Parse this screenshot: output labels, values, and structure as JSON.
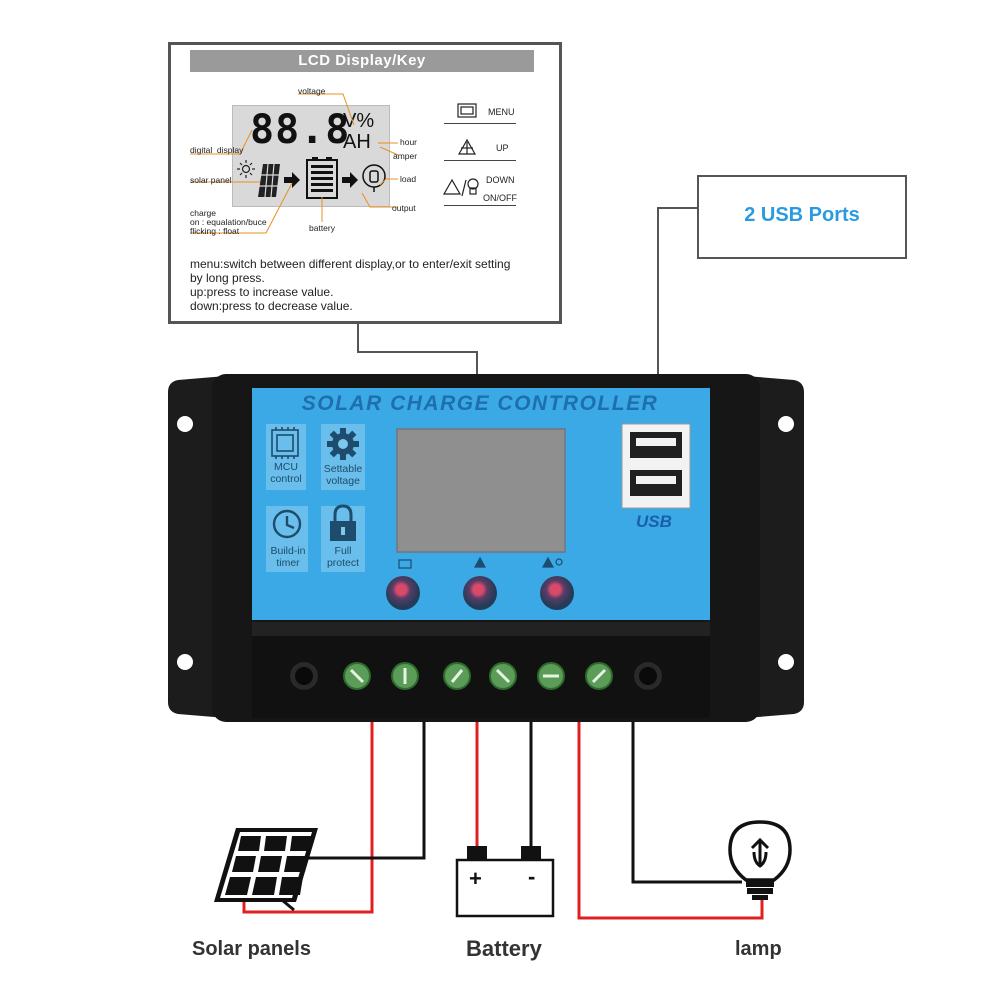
{
  "lcd_panel": {
    "header": "LCD Display/Key",
    "display_digits": "88.8",
    "unit_top": "V%",
    "unit_bottom": "AH",
    "labels": {
      "voltage": "voltage",
      "hour": "hour",
      "amper": "amper",
      "digital_display": "digital  display",
      "solar_panel": "solar panel",
      "load": "load",
      "output": "output",
      "battery": "battery",
      "charge_1": "charge",
      "charge_2": "on : equalation/buce",
      "charge_3": "flicking : float"
    },
    "keys": {
      "menu": "MENU",
      "up": "UP",
      "down": "DOWN",
      "on_off": "ON/OFF"
    },
    "description": [
      "menu:switch between different display,or to enter/exit setting",
      "by long press.",
      "up:press to increase value.",
      "down:press to decrease value."
    ]
  },
  "usb_callout": "2 USB Ports",
  "device": {
    "title": "SOLAR CHARGE CONTROLLER",
    "features": [
      {
        "line1": "MCU",
        "line2": "control",
        "icon": "chip-icon"
      },
      {
        "line1": "Settable",
        "line2": "voltage",
        "icon": "gear-icon"
      },
      {
        "line1": "Build-in",
        "line2": "timer",
        "icon": "clock-icon"
      },
      {
        "line1": "Full",
        "line2": "protect",
        "icon": "lock-icon"
      }
    ],
    "usb_logo": "USB"
  },
  "connections": {
    "solar": "Solar panels",
    "battery": "Battery",
    "lamp": "lamp",
    "battery_plus": "+",
    "battery_minus": "-"
  },
  "colors": {
    "panel_blue": "#3aa9e6",
    "body": "#1a1a1a",
    "positive_wire": "#e02020",
    "negative_wire": "#111111",
    "callout_text": "#2b9be0"
  }
}
